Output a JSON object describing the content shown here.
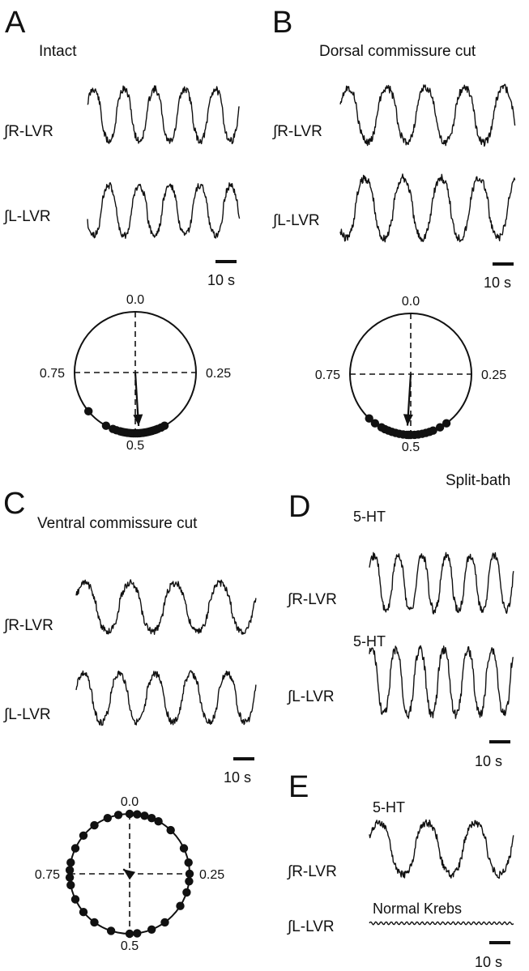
{
  "panels": {
    "A": {
      "letter": "A",
      "condition": "Intact",
      "trace_r": "∫R-LVR",
      "trace_l": "∫L-LVR",
      "scale": "10 s",
      "polar": {
        "ticks": {
          "top": "0.0",
          "right": "0.25",
          "bottom": "0.5",
          "left": "0.75"
        },
        "mean_vector": {
          "phase": 0.49,
          "r": 0.88
        },
        "points": [
          0.42,
          0.43,
          0.44,
          0.445,
          0.45,
          0.455,
          0.46,
          0.465,
          0.47,
          0.475,
          0.48,
          0.485,
          0.49,
          0.495,
          0.5,
          0.505,
          0.51,
          0.515,
          0.52,
          0.525,
          0.53,
          0.535,
          0.54,
          0.55,
          0.56,
          0.58,
          0.64
        ]
      }
    },
    "B": {
      "letter": "B",
      "condition": "Dorsal commissure cut",
      "trace_r": "∫R-LVR",
      "trace_l": "∫L-LVR",
      "scale": "10 s",
      "polar": {
        "ticks": {
          "top": "0.0",
          "right": "0.25",
          "bottom": "0.5",
          "left": "0.75"
        },
        "mean_vector": {
          "phase": 0.51,
          "r": 0.85
        },
        "points": [
          0.4,
          0.42,
          0.44,
          0.45,
          0.46,
          0.47,
          0.48,
          0.49,
          0.5,
          0.505,
          0.51,
          0.52,
          0.53,
          0.54,
          0.55,
          0.56,
          0.57,
          0.58,
          0.6,
          0.62
        ]
      }
    },
    "C": {
      "letter": "C",
      "condition": "Ventral commissure cut",
      "trace_r": "∫R-LVR",
      "trace_l": "∫L-LVR",
      "scale": "10 s",
      "polar": {
        "ticks": {
          "top": "0.0",
          "right": "0.25",
          "bottom": "0.5",
          "left": "0.75"
        },
        "mean_vector": {
          "phase": 0.85,
          "r": 0.13
        },
        "points": [
          0.0,
          0.02,
          0.04,
          0.06,
          0.08,
          0.12,
          0.18,
          0.22,
          0.25,
          0.27,
          0.3,
          0.34,
          0.4,
          0.44,
          0.48,
          0.5,
          0.55,
          0.6,
          0.64,
          0.68,
          0.72,
          0.74,
          0.76,
          0.78,
          0.82,
          0.86,
          0.9,
          0.94,
          0.97
        ]
      }
    },
    "D": {
      "letter": "D",
      "condition": "Split-bath",
      "drug_r": "5-HT",
      "drug_l": "5-HT",
      "trace_r": "∫R-LVR",
      "trace_l": "∫L-LVR",
      "scale": "10 s"
    },
    "E": {
      "letter": "E",
      "drug_r": "5-HT",
      "drug_l": "Normal Krebs",
      "trace_r": "∫R-LVR",
      "trace_l": "∫L-LVR",
      "scale": "10 s"
    }
  }
}
